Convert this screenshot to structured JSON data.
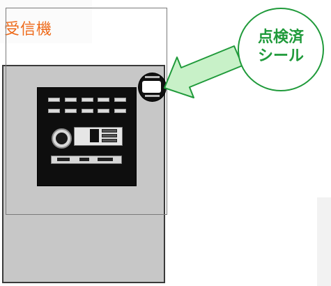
{
  "title": "受信機",
  "bubble": {
    "line1": "点検済",
    "line2": "シール"
  },
  "colors": {
    "title": "#ee6a1a",
    "bubble_border": "#1f9a3a",
    "bubble_text": "#1f9a3a",
    "arrow_fill": "#c8f1c8",
    "arrow_stroke": "#1f9a3a",
    "cabinet": "#c7c7c7",
    "panel": "#0e0e0e"
  },
  "icons": {
    "arrow": "arrow-left-icon",
    "seal": "inspection-seal-icon"
  }
}
